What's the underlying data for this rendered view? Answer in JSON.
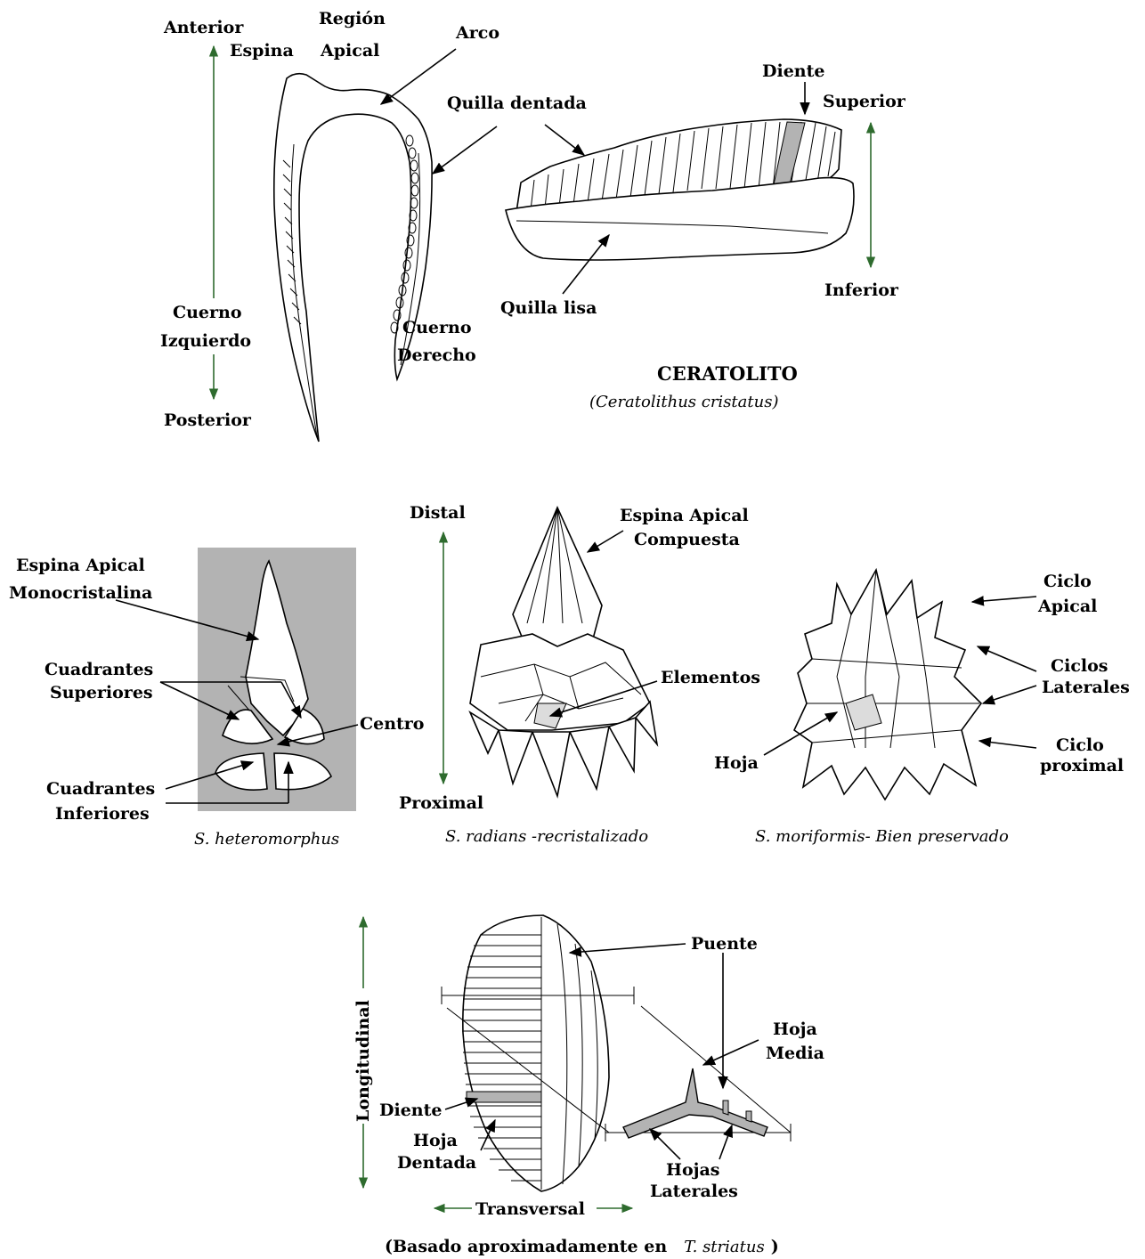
{
  "colors": {
    "axis_arrow": "#2e6b2e",
    "gray_fill": "#b3b3b3",
    "background_box": "#b3b3b3",
    "line": "#000000"
  },
  "ceratolito": {
    "axis_top": "Anterior",
    "axis_bottom": "Posterior",
    "espina": "Espina",
    "region_l1": "Región",
    "region_l2": "Apical",
    "arco": "Arco",
    "quilla_dentada": "Quilla dentada",
    "diente": "Diente",
    "superior": "Superior",
    "inferior": "Inferior",
    "quilla_lisa": "Quilla lisa",
    "cuerno_izq_l1": "Cuerno",
    "cuerno_izq_l2": "Izquierdo",
    "cuerno_der_l1": "Cuerno",
    "cuerno_der_l2": "Derecho",
    "title": "CERATOLITO",
    "subtitle": "(Ceratolithus cristatus)"
  },
  "sphenolithus": {
    "espina_mono_l1": "Espina Apical",
    "espina_mono_l2": "Monocristalina",
    "cuad_sup_l1": "Cuadrantes",
    "cuad_sup_l2": "Superiores",
    "centro": "Centro",
    "cuad_inf_l1": "Cuadrantes",
    "cuad_inf_l2": "Inferiores",
    "distal": "Distal",
    "proximal": "Proximal",
    "espina_comp_l1": "Espina Apical",
    "espina_comp_l2": "Compuesta",
    "elementos": "Elementos",
    "ciclo_apical_l1": "Ciclo",
    "ciclo_apical_l2": "Apical",
    "ciclos_lat_l1": "Ciclos",
    "ciclos_lat_l2": "Laterales",
    "ciclo_prox_l1": "Ciclo",
    "ciclo_prox_l2": "proximal",
    "hoja": "Hoja",
    "cap1": "S. heteromorphus",
    "cap2": "S. radians -recristalizado",
    "cap3": "S. moriformis- Bien preservado"
  },
  "triquetrorhabdulus": {
    "longitudinal": "Longitudinal",
    "transversal": "Transversal",
    "puente": "Puente",
    "hoja_media_l1": "Hoja",
    "hoja_media_l2": "Media",
    "diente": "Diente",
    "hoja_dent_l1": "Hoja",
    "hoja_dent_l2": "Dentada",
    "hojas_lat_l1": "Hojas",
    "hojas_lat_l2": "Laterales",
    "caption_prefix": "(Basado aproximadamente en",
    "caption_species": "T. striatus",
    "caption_suffix": ")"
  }
}
